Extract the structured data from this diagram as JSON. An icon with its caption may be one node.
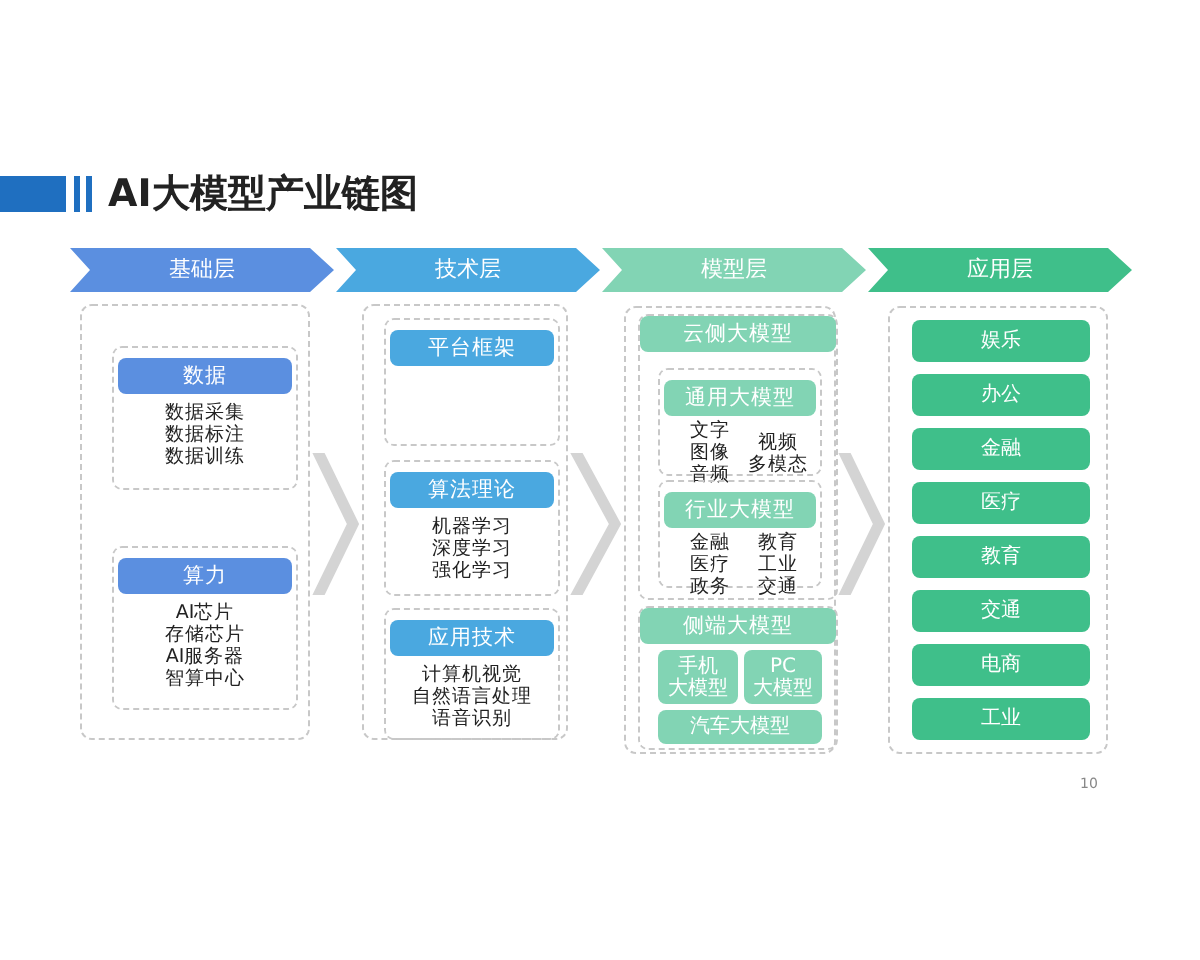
{
  "diagram": {
    "title": "AI大模型产业链图",
    "nodes": [
      {
        "text": [
          "基础层"
        ]
      },
      {
        "text": [
          "技术层"
        ]
      },
      {
        "text": [
          "模型层"
        ]
      },
      {
        "text": [
          "应用层"
        ]
      },
      {
        "text": [],
        "shape": "box"
      },
      {
        "text": [
          "数据",
          "数据采集",
          "数据标注",
          "数据训练"
        ],
        "in": 4
      },
      {
        "text": [
          "算力",
          "AI芯片",
          "存储芯片",
          "AI服务器",
          "智算中心"
        ],
        "in": 4
      },
      {
        "text": [],
        "shape": "box"
      },
      {
        "text": [
          "平台框架"
        ],
        "in": 7
      },
      {
        "text": [
          "算法理论",
          "机器学习",
          "深度学习",
          "强化学习"
        ],
        "in": 7
      },
      {
        "text": [
          "应用技术",
          "计算机视觉",
          "自然语言处理",
          "语音识别"
        ],
        "in": 7
      },
      {
        "text": [],
        "shape": "box"
      },
      {
        "text": [
          "云侧大模型"
        ],
        "in": 11
      },
      {
        "text": [
          "通用大模型",
          "文字",
          "图像",
          "音频",
          "视频",
          "多模态"
        ],
        "in": 12
      },
      {
        "text": [
          "行业大模型",
          "金融",
          "医疗",
          "政务",
          "教育",
          "工业",
          "交通"
        ],
        "in": 12
      },
      {
        "text": [
          "侧端大模型"
        ],
        "in": 11
      },
      {
        "text": [
          "手机",
          "大模型"
        ],
        "in": 15
      },
      {
        "text": [
          "PC",
          "大模型"
        ],
        "in": 15
      },
      {
        "text": [
          "汽车大模型"
        ],
        "in": 15
      },
      {
        "text": [],
        "shape": "box"
      },
      {
        "text": [
          "娱乐"
        ],
        "in": 19
      },
      {
        "text": [
          "办公"
        ],
        "in": 19
      },
      {
        "text": [
          "金融"
        ],
        "in": 19
      },
      {
        "text": [
          "医疗"
        ],
        "in": 19
      },
      {
        "text": [
          "教育"
        ],
        "in": 19
      },
      {
        "text": [
          "交通"
        ],
        "in": 19
      },
      {
        "text": [
          "电商"
        ],
        "in": 19
      },
      {
        "text": [
          "工业"
        ],
        "in": 19
      }
    ],
    "edges": [
      {
        "from": 4,
        "to": 7,
        "arrow": "to"
      },
      {
        "from": 7,
        "to": 11,
        "arrow": "to"
      },
      {
        "from": 11,
        "to": 19,
        "arrow": "to"
      }
    ],
    "labels": [
      "10"
    ]
  }
}
